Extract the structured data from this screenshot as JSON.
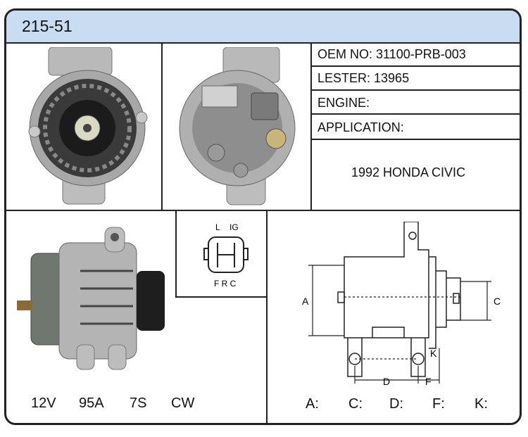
{
  "model": "215-51",
  "specs": {
    "oem": "OEM NO: 31100-PRB-003",
    "lester": "LESTER: 13965",
    "engine": "ENGINE:",
    "application": "APPLICATION:",
    "vehicle": "1992 HONDA CIVIC"
  },
  "connector": {
    "top_left": "L",
    "top_right": "IG",
    "bottom": "F R C"
  },
  "electrical": {
    "voltage": "12V",
    "amperage": "95A",
    "pulley": "7S",
    "rotation": "CW"
  },
  "diagram": {
    "label_a": "A",
    "label_c": "C",
    "label_d": "D",
    "label_f": "F",
    "label_k": "K"
  },
  "dimensions": {
    "a": "A:",
    "c": "C:",
    "d": "D:",
    "f": "F:",
    "k": "K:"
  }
}
